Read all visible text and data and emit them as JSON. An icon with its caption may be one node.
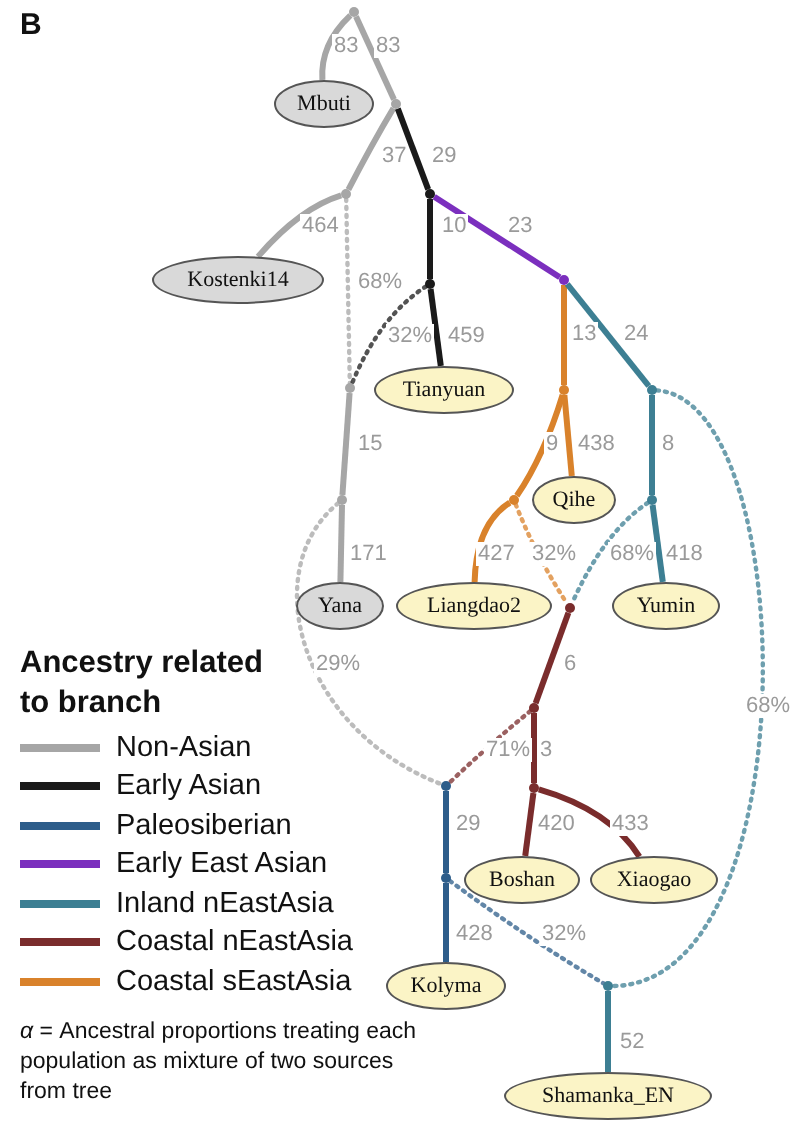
{
  "diagram": {
    "nodes": [
      {
        "text": [],
        "shape": "circle"
      },
      {
        "text": [
          "Mbuti"
        ]
      },
      {
        "text": [],
        "shape": "circle"
      },
      {
        "text": [],
        "shape": "circle"
      },
      {
        "text": [],
        "shape": "circle"
      },
      {
        "text": [
          "Kostenki14"
        ]
      },
      {
        "text": [],
        "shape": "circle"
      },
      {
        "text": [],
        "shape": "circle"
      },
      {
        "text": [],
        "shape": "circle"
      },
      {
        "text": [
          "Tianyuan"
        ]
      },
      {
        "text": [],
        "shape": "circle"
      },
      {
        "text": [],
        "shape": "circle"
      },
      {
        "text": [],
        "shape": "circle"
      },
      {
        "text": [],
        "shape": "circle"
      },
      {
        "text": [
          "Qihe"
        ]
      },
      {
        "text": [],
        "shape": "circle"
      },
      {
        "text": [
          "Yana"
        ]
      },
      {
        "text": [
          "Liangdao2"
        ]
      },
      {
        "text": [],
        "shape": "circle"
      },
      {
        "text": [
          "Yumin"
        ]
      },
      {
        "text": [],
        "shape": "circle"
      },
      {
        "text": [],
        "shape": "circle"
      },
      {
        "text": [],
        "shape": "circle"
      },
      {
        "text": [],
        "shape": "circle"
      },
      {
        "text": [
          "Boshan"
        ]
      },
      {
        "text": [
          "Xiaogao"
        ]
      },
      {
        "text": [
          "Kolyma"
        ]
      },
      {
        "text": [],
        "shape": "circle"
      },
      {
        "text": [
          "Shamanka_EN"
        ]
      }
    ],
    "edges": [
      {
        "from": 0,
        "to": 1,
        "arrow": "none",
        "label": "83"
      },
      {
        "from": 0,
        "to": 2,
        "arrow": "none",
        "label": "83"
      },
      {
        "from": 2,
        "to": 3,
        "arrow": "none",
        "label": "37"
      },
      {
        "from": 2,
        "to": 4,
        "arrow": "none",
        "label": "29",
        "color": "#1a1a1a"
      },
      {
        "from": 3,
        "to": 5,
        "arrow": "none",
        "label": "464"
      },
      {
        "from": 3,
        "to": 8,
        "arrow": "none",
        "label": "68%",
        "style": "dashed"
      },
      {
        "from": 4,
        "to": 6,
        "arrow": "none",
        "label": "10",
        "color": "#1a1a1a"
      },
      {
        "from": 4,
        "to": 7,
        "arrow": "none",
        "label": "23",
        "color": "#7b2fbe"
      },
      {
        "from": 6,
        "to": 9,
        "arrow": "none",
        "label": "459",
        "color": "#1a1a1a"
      },
      {
        "from": 6,
        "to": 8,
        "arrow": "none",
        "label": "32%",
        "style": "dashed",
        "color": "#1a1a1a"
      },
      {
        "from": 7,
        "to": 10,
        "arrow": "none",
        "label": "13",
        "color": "#d9822b"
      },
      {
        "from": 7,
        "to": 11,
        "arrow": "none",
        "label": "24",
        "color": "#3d7f93"
      },
      {
        "from": 8,
        "to": 12,
        "arrow": "none",
        "label": "15"
      },
      {
        "from": 12,
        "to": 16,
        "arrow": "none",
        "label": "171"
      },
      {
        "from": 12,
        "to": 21,
        "arrow": "none",
        "label": "29%",
        "style": "dashed"
      },
      {
        "from": 10,
        "to": 13,
        "arrow": "none",
        "label": "9",
        "color": "#d9822b"
      },
      {
        "from": 10,
        "to": 14,
        "arrow": "none",
        "label": "438",
        "color": "#d9822b"
      },
      {
        "from": 13,
        "to": 17,
        "arrow": "none",
        "label": "427",
        "color": "#d9822b"
      },
      {
        "from": 13,
        "to": 18,
        "arrow": "none",
        "label": "32%",
        "style": "dashed",
        "color": "#d9822b"
      },
      {
        "from": 11,
        "to": 15,
        "arrow": "none",
        "label": "8",
        "color": "#3d7f93"
      },
      {
        "from": 11,
        "to": 27,
        "arrow": "none",
        "label": "68%",
        "style": "dashed",
        "color": "#3d7f93"
      },
      {
        "from": 15,
        "to": 19,
        "arrow": "none",
        "label": "418",
        "color": "#3d7f93"
      },
      {
        "from": 15,
        "to": 18,
        "arrow": "none",
        "label": "68%",
        "style": "dashed",
        "color": "#3d7f93"
      },
      {
        "from": 18,
        "to": 20,
        "arrow": "none",
        "label": "6",
        "color": "#7a2c2c"
      },
      {
        "from": 20,
        "to": 22,
        "arrow": "none",
        "label": "3",
        "color": "#7a2c2c"
      },
      {
        "from": 20,
        "to": 21,
        "arrow": "none",
        "label": "71%",
        "style": "dashed",
        "color": "#7a2c2c"
      },
      {
        "from": 22,
        "to": 24,
        "arrow": "none",
        "label": "420",
        "color": "#7a2c2c"
      },
      {
        "from": 22,
        "to": 25,
        "arrow": "none",
        "label": "433",
        "color": "#7a2c2c"
      },
      {
        "from": 21,
        "to": 23,
        "arrow": "none",
        "label": "29",
        "color": "#2d5d8a"
      },
      {
        "from": 23,
        "to": 26,
        "arrow": "none",
        "label": "428",
        "color": "#2d5d8a"
      },
      {
        "from": 23,
        "to": 27,
        "arrow": "none",
        "label": "32%",
        "style": "dashed",
        "color": "#2d5d8a"
      },
      {
        "from": 27,
        "to": 28,
        "arrow": "none",
        "label": "52",
        "color": "#3d7f93"
      }
    ],
    "labels": [
      "B",
      "Ancestry related to branch",
      "*α* = Ancestral proportions treating each population as mixture of two sources from tree"
    ],
    "legend": [
      {
        "text": "Non-Asian",
        "color": "#a6a6a6"
      },
      {
        "text": "Early Asian",
        "color": "#1a1a1a"
      },
      {
        "text": "Paleosiberian",
        "color": "#2d5d8a"
      },
      {
        "text": "Early East Asian",
        "color": "#7b2fbe"
      },
      {
        "text": "Inland nEastAsia",
        "color": "#3d7f93"
      },
      {
        "text": "Coastal nEastAsia",
        "color": "#7a2c2c"
      },
      {
        "text": "Coastal sEastAsia",
        "color": "#d9822b"
      }
    ]
  }
}
